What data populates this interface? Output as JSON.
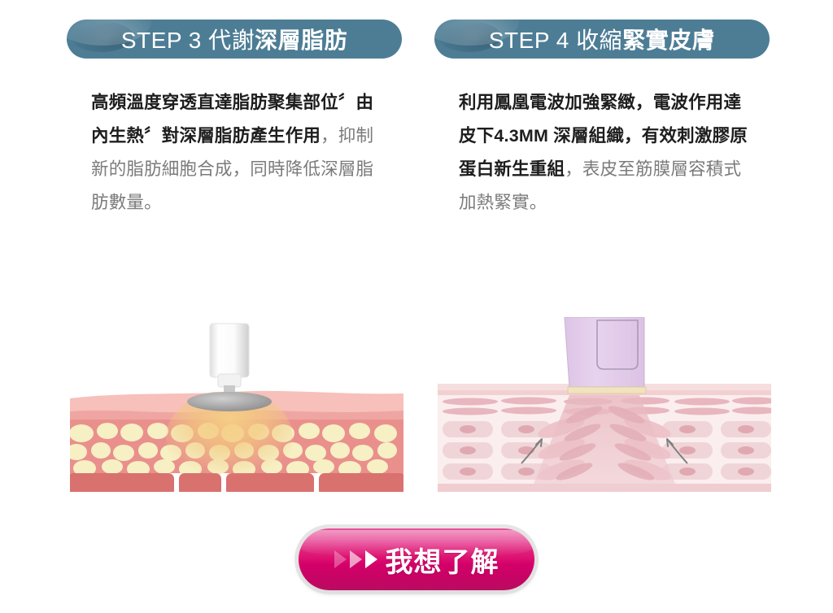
{
  "steps": [
    {
      "id": "step-3",
      "header": {
        "lead": "STEP 3 代謝",
        "emph": "深層脂肪"
      },
      "body": {
        "strong": "高頻溫度穿透直達脂肪聚集部位〞由內生熱〞對深層脂肪產生作用",
        "soft": "，抑制新的脂肪細胞合成，同時降低深層脂肪數量。"
      },
      "illustration": {
        "name": "fat-layer-ultrasound-illustration",
        "alt": "皮膚剖面圖：探頭作用於深層脂肪層產生熱能",
        "colors": {
          "epidermis": "#f5b9b4",
          "dermis": "#e9908d",
          "fat_cell": "#f6f0c4",
          "muscle": "#d9716f",
          "heat_glow": "#f0c274",
          "probe_body": "#ffffff",
          "probe_disc": "#9a9a9a"
        }
      }
    },
    {
      "id": "step-4",
      "header": {
        "lead": "STEP 4 收縮",
        "emph": "緊實皮膚"
      },
      "body": {
        "strong": "利用鳳凰電波加強緊緻，電波作用達皮下4.3MM 深層組織，有效刺激膠原蛋白新生重組",
        "soft": "，表皮至筋膜層容積式加熱緊實。"
      },
      "illustration": {
        "name": "collagen-rf-illustration",
        "alt": "皮膚剖面圖：電波探頭加熱真皮膠原纖維收縮",
        "colors": {
          "skin_light": "#fbeeee",
          "collagen": "#edc6ce",
          "applicator": "#e3cdea",
          "applicator_tip": "#f2e3bf",
          "energy_cone": "#eec8cd",
          "arrow": "#808080"
        }
      }
    }
  ],
  "theme": {
    "pill_color": "#4d7d95",
    "pill_text_color": "#ffffff",
    "body_strong_color": "#1d1d1d",
    "body_soft_color": "#7b7b7b",
    "cta_color_top": "#e8539a",
    "cta_color_bottom": "#bb0b61",
    "page_background": "#ffffff"
  },
  "cta": {
    "label": "我想了解",
    "arrow_count": 3
  }
}
